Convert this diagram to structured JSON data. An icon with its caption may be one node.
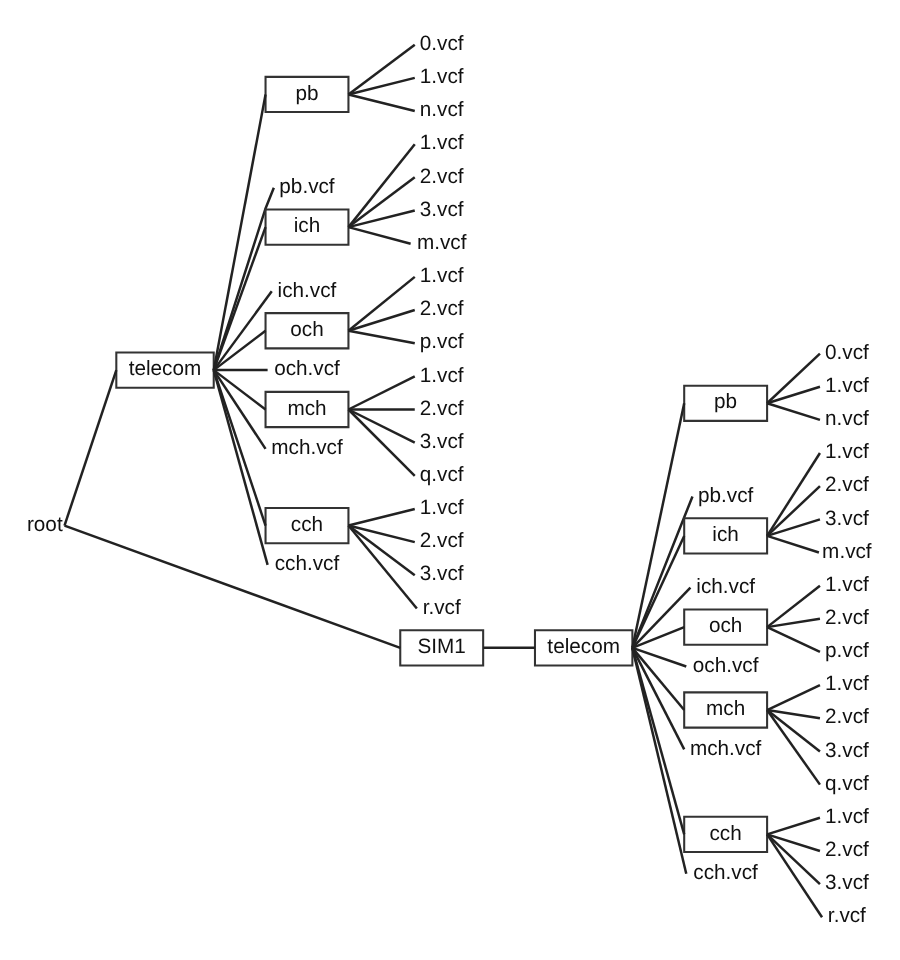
{
  "diagram": {
    "nodes": [
      {
        "text": [
          "root"
        ]
      },
      {
        "text": [
          "telecom"
        ]
      },
      {
        "text": [
          "pb"
        ]
      },
      {
        "text": [
          "0.vcf"
        ]
      },
      {
        "text": [
          "1.vcf"
        ]
      },
      {
        "text": [
          "n.vcf"
        ]
      },
      {
        "text": [
          "pb.vcf"
        ]
      },
      {
        "text": [
          "ich"
        ]
      },
      {
        "text": [
          "1.vcf"
        ]
      },
      {
        "text": [
          "2.vcf"
        ]
      },
      {
        "text": [
          "3.vcf"
        ]
      },
      {
        "text": [
          "m.vcf"
        ]
      },
      {
        "text": [
          "ich.vcf"
        ]
      },
      {
        "text": [
          "och"
        ]
      },
      {
        "text": [
          "1.vcf"
        ]
      },
      {
        "text": [
          "2.vcf"
        ]
      },
      {
        "text": [
          "p.vcf"
        ]
      },
      {
        "text": [
          "och.vcf"
        ]
      },
      {
        "text": [
          "mch"
        ]
      },
      {
        "text": [
          "1.vcf"
        ]
      },
      {
        "text": [
          "2.vcf"
        ]
      },
      {
        "text": [
          "3.vcf"
        ]
      },
      {
        "text": [
          "q.vcf"
        ]
      },
      {
        "text": [
          "mch.vcf"
        ]
      },
      {
        "text": [
          "cch"
        ]
      },
      {
        "text": [
          "1.vcf"
        ]
      },
      {
        "text": [
          "2.vcf"
        ]
      },
      {
        "text": [
          "3.vcf"
        ]
      },
      {
        "text": [
          "r.vcf"
        ]
      },
      {
        "text": [
          "cch.vcf"
        ]
      },
      {
        "text": [
          "SIM1"
        ]
      },
      {
        "text": [
          "telecom"
        ]
      },
      {
        "text": [
          "pb"
        ]
      },
      {
        "text": [
          "0.vcf"
        ]
      },
      {
        "text": [
          "1.vcf"
        ]
      },
      {
        "text": [
          "n.vcf"
        ]
      },
      {
        "text": [
          "pb.vcf"
        ]
      },
      {
        "text": [
          "ich"
        ]
      },
      {
        "text": [
          "1.vcf"
        ]
      },
      {
        "text": [
          "2.vcf"
        ]
      },
      {
        "text": [
          "3.vcf"
        ]
      },
      {
        "text": [
          "m.vcf"
        ]
      },
      {
        "text": [
          "ich.vcf"
        ]
      },
      {
        "text": [
          "och"
        ]
      },
      {
        "text": [
          "1.vcf"
        ]
      },
      {
        "text": [
          "2.vcf"
        ]
      },
      {
        "text": [
          "p.vcf"
        ]
      },
      {
        "text": [
          "och.vcf"
        ]
      },
      {
        "text": [
          "mch"
        ]
      },
      {
        "text": [
          "1.vcf"
        ]
      },
      {
        "text": [
          "2.vcf"
        ]
      },
      {
        "text": [
          "3.vcf"
        ]
      },
      {
        "text": [
          "q.vcf"
        ]
      },
      {
        "text": [
          "mch.vcf"
        ]
      },
      {
        "text": [
          "cch"
        ]
      },
      {
        "text": [
          "1.vcf"
        ]
      },
      {
        "text": [
          "2.vcf"
        ]
      },
      {
        "text": [
          "3.vcf"
        ]
      },
      {
        "text": [
          "r.vcf"
        ]
      },
      {
        "text": [
          "cch.vcf"
        ]
      }
    ],
    "edges": [
      {
        "from": 0,
        "to": 1,
        "arrow": "none"
      },
      {
        "from": 1,
        "to": 2,
        "arrow": "none"
      },
      {
        "from": 2,
        "to": 3,
        "arrow": "none"
      },
      {
        "from": 2,
        "to": 4,
        "arrow": "none"
      },
      {
        "from": 2,
        "to": 5,
        "arrow": "none"
      },
      {
        "from": 1,
        "to": 6,
        "arrow": "none"
      },
      {
        "from": 1,
        "to": 7,
        "arrow": "none"
      },
      {
        "from": 7,
        "to": 8,
        "arrow": "none"
      },
      {
        "from": 7,
        "to": 9,
        "arrow": "none"
      },
      {
        "from": 7,
        "to": 10,
        "arrow": "none"
      },
      {
        "from": 7,
        "to": 11,
        "arrow": "none"
      },
      {
        "from": 1,
        "to": 12,
        "arrow": "none"
      },
      {
        "from": 1,
        "to": 13,
        "arrow": "none"
      },
      {
        "from": 13,
        "to": 14,
        "arrow": "none"
      },
      {
        "from": 13,
        "to": 15,
        "arrow": "none"
      },
      {
        "from": 13,
        "to": 16,
        "arrow": "none"
      },
      {
        "from": 1,
        "to": 17,
        "arrow": "none"
      },
      {
        "from": 1,
        "to": 18,
        "arrow": "none"
      },
      {
        "from": 18,
        "to": 19,
        "arrow": "none"
      },
      {
        "from": 18,
        "to": 20,
        "arrow": "none"
      },
      {
        "from": 18,
        "to": 21,
        "arrow": "none"
      },
      {
        "from": 18,
        "to": 22,
        "arrow": "none"
      },
      {
        "from": 1,
        "to": 23,
        "arrow": "none"
      },
      {
        "from": 1,
        "to": 24,
        "arrow": "none"
      },
      {
        "from": 24,
        "to": 25,
        "arrow": "none"
      },
      {
        "from": 24,
        "to": 26,
        "arrow": "none"
      },
      {
        "from": 24,
        "to": 27,
        "arrow": "none"
      },
      {
        "from": 24,
        "to": 28,
        "arrow": "none"
      },
      {
        "from": 1,
        "to": 29,
        "arrow": "none"
      },
      {
        "from": 0,
        "to": 30,
        "arrow": "none"
      },
      {
        "from": 30,
        "to": 31,
        "arrow": "none"
      },
      {
        "from": 31,
        "to": 32,
        "arrow": "none"
      },
      {
        "from": 32,
        "to": 33,
        "arrow": "none"
      },
      {
        "from": 32,
        "to": 34,
        "arrow": "none"
      },
      {
        "from": 32,
        "to": 35,
        "arrow": "none"
      },
      {
        "from": 31,
        "to": 36,
        "arrow": "none"
      },
      {
        "from": 31,
        "to": 37,
        "arrow": "none"
      },
      {
        "from": 37,
        "to": 38,
        "arrow": "none"
      },
      {
        "from": 37,
        "to": 39,
        "arrow": "none"
      },
      {
        "from": 37,
        "to": 40,
        "arrow": "none"
      },
      {
        "from": 37,
        "to": 41,
        "arrow": "none"
      },
      {
        "from": 31,
        "to": 42,
        "arrow": "none"
      },
      {
        "from": 31,
        "to": 43,
        "arrow": "none"
      },
      {
        "from": 43,
        "to": 44,
        "arrow": "none"
      },
      {
        "from": 43,
        "to": 45,
        "arrow": "none"
      },
      {
        "from": 43,
        "to": 46,
        "arrow": "none"
      },
      {
        "from": 31,
        "to": 47,
        "arrow": "none"
      },
      {
        "from": 31,
        "to": 48,
        "arrow": "none"
      },
      {
        "from": 48,
        "to": 49,
        "arrow": "none"
      },
      {
        "from": 48,
        "to": 50,
        "arrow": "none"
      },
      {
        "from": 48,
        "to": 51,
        "arrow": "none"
      },
      {
        "from": 48,
        "to": 52,
        "arrow": "none"
      },
      {
        "from": 31,
        "to": 53,
        "arrow": "none"
      },
      {
        "from": 31,
        "to": 54,
        "arrow": "none"
      },
      {
        "from": 54,
        "to": 55,
        "arrow": "none"
      },
      {
        "from": 54,
        "to": 56,
        "arrow": "none"
      },
      {
        "from": 54,
        "to": 57,
        "arrow": "none"
      },
      {
        "from": 54,
        "to": 58,
        "arrow": "none"
      },
      {
        "from": 31,
        "to": 59,
        "arrow": "none"
      }
    ]
  }
}
